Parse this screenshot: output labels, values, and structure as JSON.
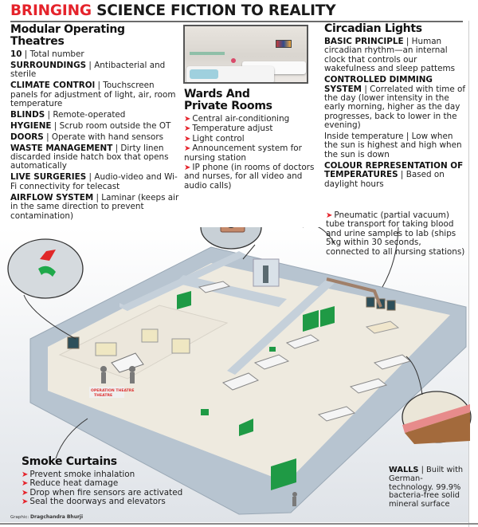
{
  "header": {
    "title_accent": "BRINGING",
    "title_rest": " SCIENCE FICTION TO REALITY",
    "accent_color": "#e5232b"
  },
  "operating_theatres": {
    "heading": "Modular Operating Theatres",
    "items": [
      {
        "label": "10",
        "text": " | Total number"
      },
      {
        "label": "SURROUNDINGS",
        "text": " | Antibacterial and sterile"
      },
      {
        "label": "CLIMATE CONTROl",
        "text": " | Touchscreen panels for adjustment of light, air, room temperature"
      },
      {
        "label": "BLINDS",
        "text": " | Remote-operated"
      },
      {
        "label": "HYGIENE",
        "text": " | Scrub room outside the OT"
      },
      {
        "label": "DOORS",
        "text": " | Operate with hand sensors"
      },
      {
        "label": "WASTE MANAGEMENT",
        "text": " | Dirty linen discarded inside hatch box that opens automatically"
      },
      {
        "label": "LIVE SURGERIES",
        "text": " | Audio-video and Wi-Fi connectivity for telecast"
      },
      {
        "label": "AIRFLOW SYSTEM",
        "text": " | Laminar (keeps air in the same direction to prevent contamination)"
      }
    ]
  },
  "wards": {
    "heading": "Wards And Private Rooms",
    "bullets": [
      "Central air-conditioning",
      "Temperature adjust",
      "Light control",
      "Announcement system for nursing station",
      "IP phone (in rooms of doctors and nurses, for all video and audio calls)"
    ]
  },
  "circadian": {
    "heading": "Circadian Lights",
    "items": [
      {
        "label": "BASIC PRINCIPLE",
        "text": " | Human circadian rhythm—an internal clock that controls our wakefulness and sleep pattems"
      },
      {
        "label": "CONTROLLED DIMMING SYSTEM",
        "text": " | Correlated with time of the day (lower intensity in the early morning, higher as the day progresses, back to lower in the evening)"
      },
      {
        "label": "",
        "text": "Inside temperature | Low when the sun is highest and high when the sun is down"
      },
      {
        "label": "COLOUR REPRESENTATION OF TEMPERATURES",
        "text": " | Based on daylight hours"
      }
    ]
  },
  "pneumatic": {
    "text": "Pneumatic (partial vacuum) tube transport for taking blood and urine samples to lab (ships 5kg within 30 seconds, connected to all nursing stations)"
  },
  "smoke_curtains": {
    "heading": "Smoke Curtains",
    "bullets": [
      "Prevent smoke inhalation",
      "Reduce heat damage",
      "Drop when fire sensors are activated",
      "Seal the doorways and elevators"
    ]
  },
  "walls": {
    "label": "WALLS",
    "text": " | Built with German-technology. 99.9% bacteria-free solid mineral surface"
  },
  "illustration": {
    "ot_sign": "OPERATION THEATRE",
    "floor_color": "#eeeadf",
    "wall_color": "#b9c6d2",
    "screen_color": "#1f9a45"
  },
  "credit": {
    "prefix": "Graphic: ",
    "name": "Dragchandra Bhurji"
  },
  "bullet_glyph": "➤"
}
